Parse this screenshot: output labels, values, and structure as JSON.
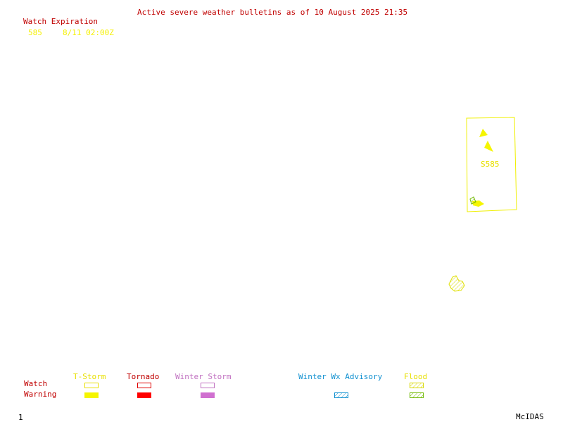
{
  "title": "Active severe weather bulletins as of 10 August 2025 21:35",
  "watch_table": {
    "header": "Watch Expiration",
    "rows": [
      {
        "id": "585",
        "expiration": "8/11 02:00Z"
      }
    ]
  },
  "map": {
    "watch_label": "S585"
  },
  "legend": {
    "row_labels": {
      "watch": "Watch",
      "warning": "Warning"
    },
    "categories": [
      {
        "label": "T-Storm",
        "color": "#f5f500"
      },
      {
        "label": "Tornado",
        "color": "#ff0000"
      },
      {
        "label": "Winter Storm",
        "color": "#d070d0"
      },
      {
        "label": "Winter Wx Advisory",
        "color": "#1090d0"
      },
      {
        "label": "Flood",
        "color": "#a0c800"
      }
    ],
    "colors": {
      "watch_label": "#c00000",
      "warning_label": "#c00000",
      "title": "#c00000",
      "watch_outline": "#f0f000"
    }
  },
  "footer": {
    "frame_number": "1",
    "brand": "McIDAS"
  }
}
